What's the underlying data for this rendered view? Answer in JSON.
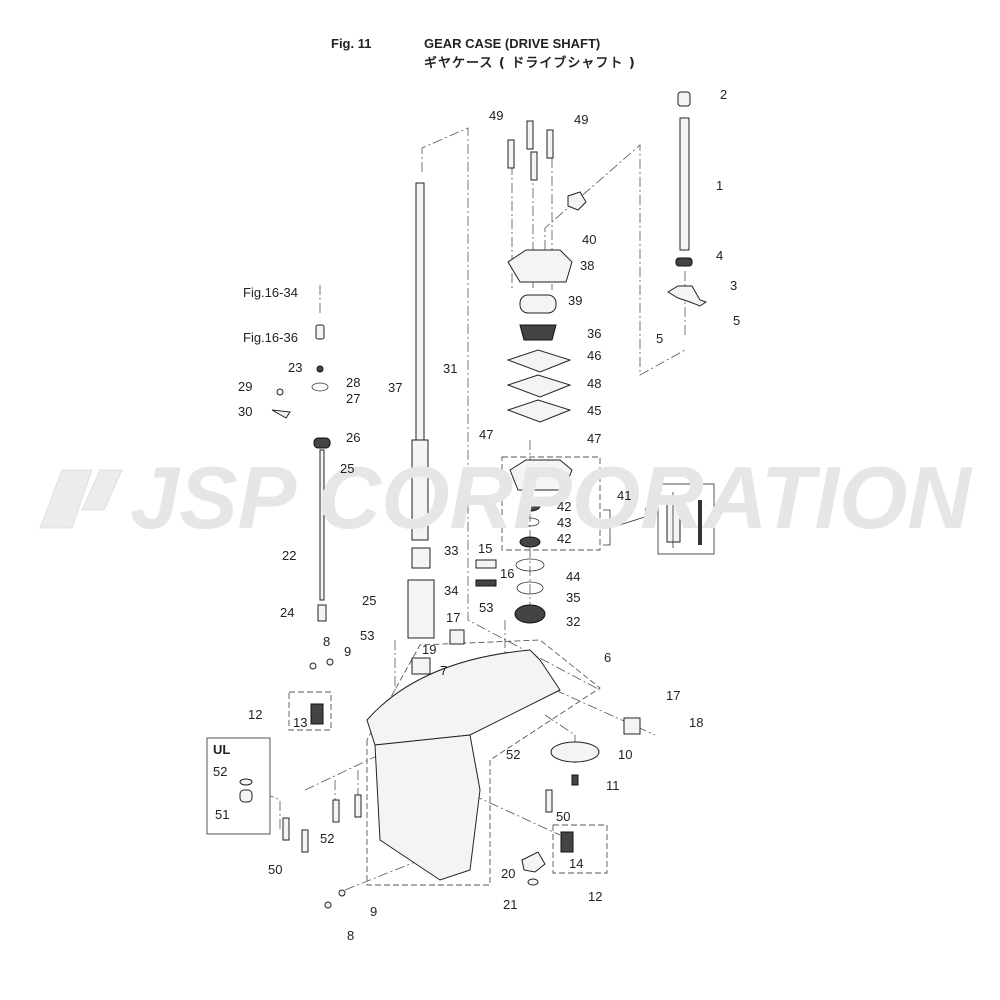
{
  "header": {
    "figure": "Fig. 11",
    "title_en": "GEAR CASE (DRIVE SHAFT)",
    "title_jp": "ギヤケース ( ドライブシャフト )"
  },
  "watermark": "JSP CORPORATION",
  "refs": {
    "fig1634": "Fig.16-34",
    "fig1636": "Fig.16-36"
  },
  "inset_ul": {
    "label": "UL"
  },
  "callouts": {
    "c1": "1",
    "c2": "2",
    "c3": "3",
    "c4": "4",
    "c5a": "5",
    "c5b": "5",
    "c6": "6",
    "c7": "7",
    "c8a": "8",
    "c8b": "8",
    "c9a": "9",
    "c9b": "9",
    "c10": "10",
    "c11": "11",
    "c12a": "12",
    "c12b": "12",
    "c13": "13",
    "c14": "14",
    "c15": "15",
    "c16": "16",
    "c17a": "17",
    "c17b": "17",
    "c18": "18",
    "c19": "19",
    "c20": "20",
    "c21": "21",
    "c22": "22",
    "c23": "23",
    "c24": "24",
    "c25a": "25",
    "c25b": "25",
    "c26": "26",
    "c27": "27",
    "c28": "28",
    "c29": "29",
    "c30": "30",
    "c31": "31",
    "c32": "32",
    "c33": "33",
    "c34": "34",
    "c35": "35",
    "c36": "36",
    "c37": "37",
    "c38": "38",
    "c39": "39",
    "c40": "40",
    "c41": "41",
    "c42a": "42",
    "c42b": "42",
    "c43": "43",
    "c44": "44",
    "c45": "45",
    "c46": "46",
    "c47a": "47",
    "c47b": "47",
    "c48": "48",
    "c49a": "49",
    "c49b": "49",
    "c50a": "50",
    "c50b": "50",
    "c51": "51",
    "c52a": "52",
    "c52b": "52",
    "c52c": "52",
    "c53a": "53",
    "c53b": "53"
  }
}
